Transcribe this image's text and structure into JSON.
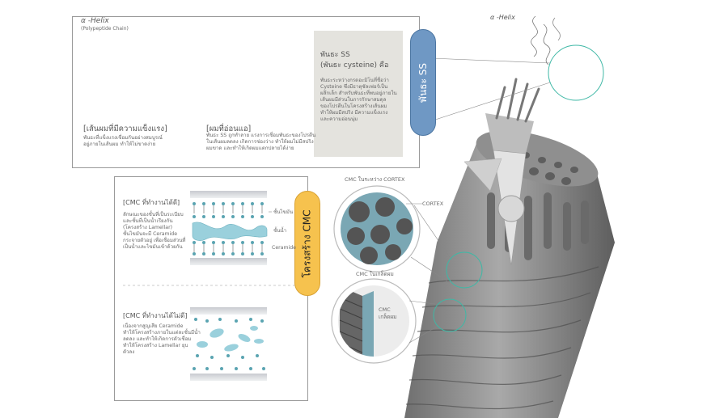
{
  "top_panel": {
    "alpha_label": "α -Helix",
    "alpha_sub": "(Polypeptide Chain)",
    "strong_title": "[เส้นผมที่มีความแข็งแรง]",
    "strong_desc": [
      "พันธะที่แข็งแรงเชื่อมกันอย่างสมบูรณ์",
      "อยู่ภายในเส้นผม ทำให้ไม่ขาดง่าย"
    ],
    "weak_title": "[ผมที่อ่อนแอ]",
    "weak_desc": [
      "พันธะ SS ถูกทำลาย แรงการเชื่อมพันธะของโปรตีน",
      "ในเส้นผมลดลง เกิดการช่องว่าง ทำให้ผมไม่มีสปริง",
      "ผมขาด และทำให้เกิดผมแตกปลายได้ง่าย"
    ],
    "ss_title": [
      "พันธะ SS",
      "(พันธะ cysteine) คือ"
    ],
    "ss_desc": [
      "พันธะระหว่างกรดอะมิโนที่ชื่อว่า",
      "Cysteine ซึ่งมีธาตุซัลเฟอร์เป็น",
      "ผลึกเล็ก สำหรับพันธะที่พบอยู่ภายใน",
      "เส้นผมมีส่วนในการรักษาสมดุล",
      "ของโปรตีนในโครงสร้างเส้นผม",
      "ทำให้ผมมีสปริง มีความแข็งแรง",
      "และความอ่อนนุ่ม"
    ],
    "tag": "พันธะ SS"
  },
  "cmc_panel": {
    "good_title": "[CMC ที่ทำงานได้ดี]",
    "good_desc": [
      "ลักษณะของชั้นที่เป็นระเบียบ",
      "และชั้นที่เป็นน้ำเรียงกัน",
      "(โครงสร้าง Lamellar)",
      "ชั้นไขมันจะมี Ceramide",
      "กระจายตัวอยู่ เพื่อเชื่อมส่วนที่",
      "เป็นน้ำและไขมันเข้าด้วยกัน"
    ],
    "lipid_label": "ชั้นไขมัน",
    "water_label": "ชั้นน้ำ",
    "ceramide_label": "Ceramide",
    "bad_title": "[CMC ที่ทำงานได้ไม่ดี]",
    "bad_desc": [
      "เนื่องจากสูญเสีย Ceramide",
      "ทำให้โครงสร้างภายในแต่ละชั้นมีน้ำ",
      "ลดลง และทำให้เกิดการตัวเชื่อม",
      "ทำให้โครงสร้าง Lamellar ยุบ",
      "ตัวลง"
    ],
    "tag": "โครงสร้าง CMC"
  },
  "hair_diagram": {
    "alpha_label": "α -Helix",
    "cmc_cortex_label": "CMC ในระหว่าง CORTEX",
    "cortex_label": "CORTEX",
    "cmc_cuticle_label": "CMC ในเกล็ดผม",
    "cmc_label": "CMC",
    "cuticle_label": "เกล็ดผม"
  },
  "colors": {
    "blue_tag": "#6f98c4",
    "orange_tag": "#f6c24e",
    "teal": "#5aa4b1",
    "ring": "#3fb8a6"
  }
}
